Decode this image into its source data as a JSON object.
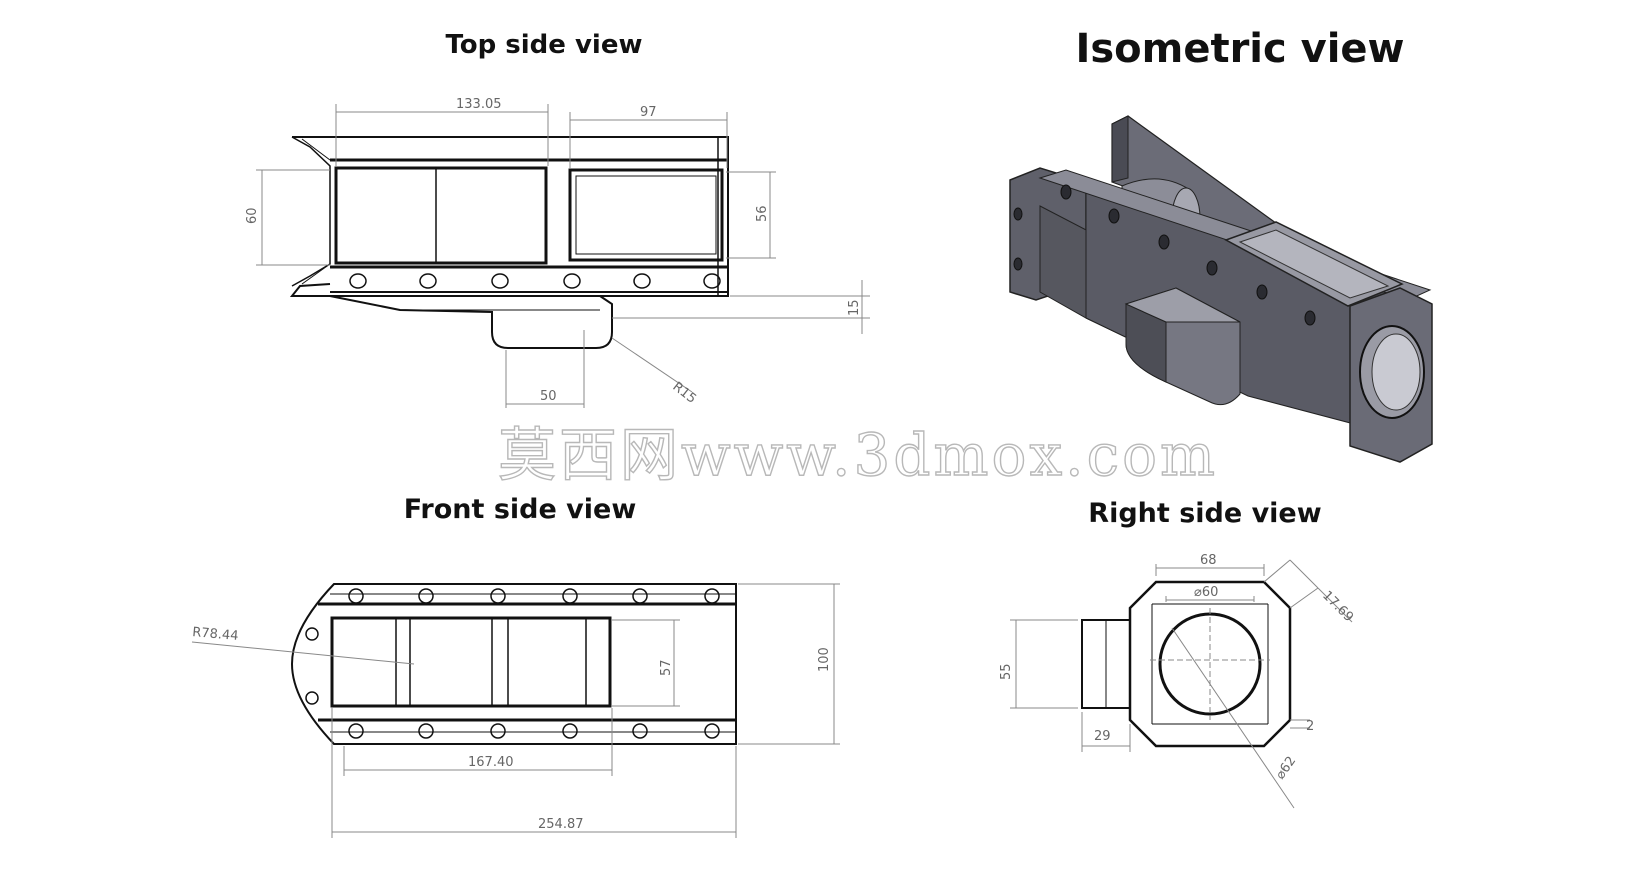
{
  "views": {
    "top": {
      "title": "Top side view",
      "dims": {
        "d1": "133.05",
        "d2": "97",
        "d3": "60",
        "d4": "56",
        "d5": "15",
        "d6": "50",
        "d7": "R15"
      }
    },
    "isometric": {
      "title": "Isometric view"
    },
    "front": {
      "title": "Front side view",
      "dims": {
        "d1": "R78.44",
        "d2": "57",
        "d3": "100",
        "d4": "167.40",
        "d5": "254.87"
      }
    },
    "right": {
      "title": "Right side view",
      "dims": {
        "d1": "68",
        "d2": "⌀60",
        "d3": "17.69",
        "d4": "55",
        "d5": "29",
        "d6": "2",
        "d7": "⌀62"
      }
    }
  },
  "watermark": "莫西网www.3dmox.com",
  "colors": {
    "line": "#111111",
    "dimension": "#777777",
    "body": "#5b5c66",
    "body_light": "#8a8b96",
    "body_dark": "#3d3e46"
  }
}
